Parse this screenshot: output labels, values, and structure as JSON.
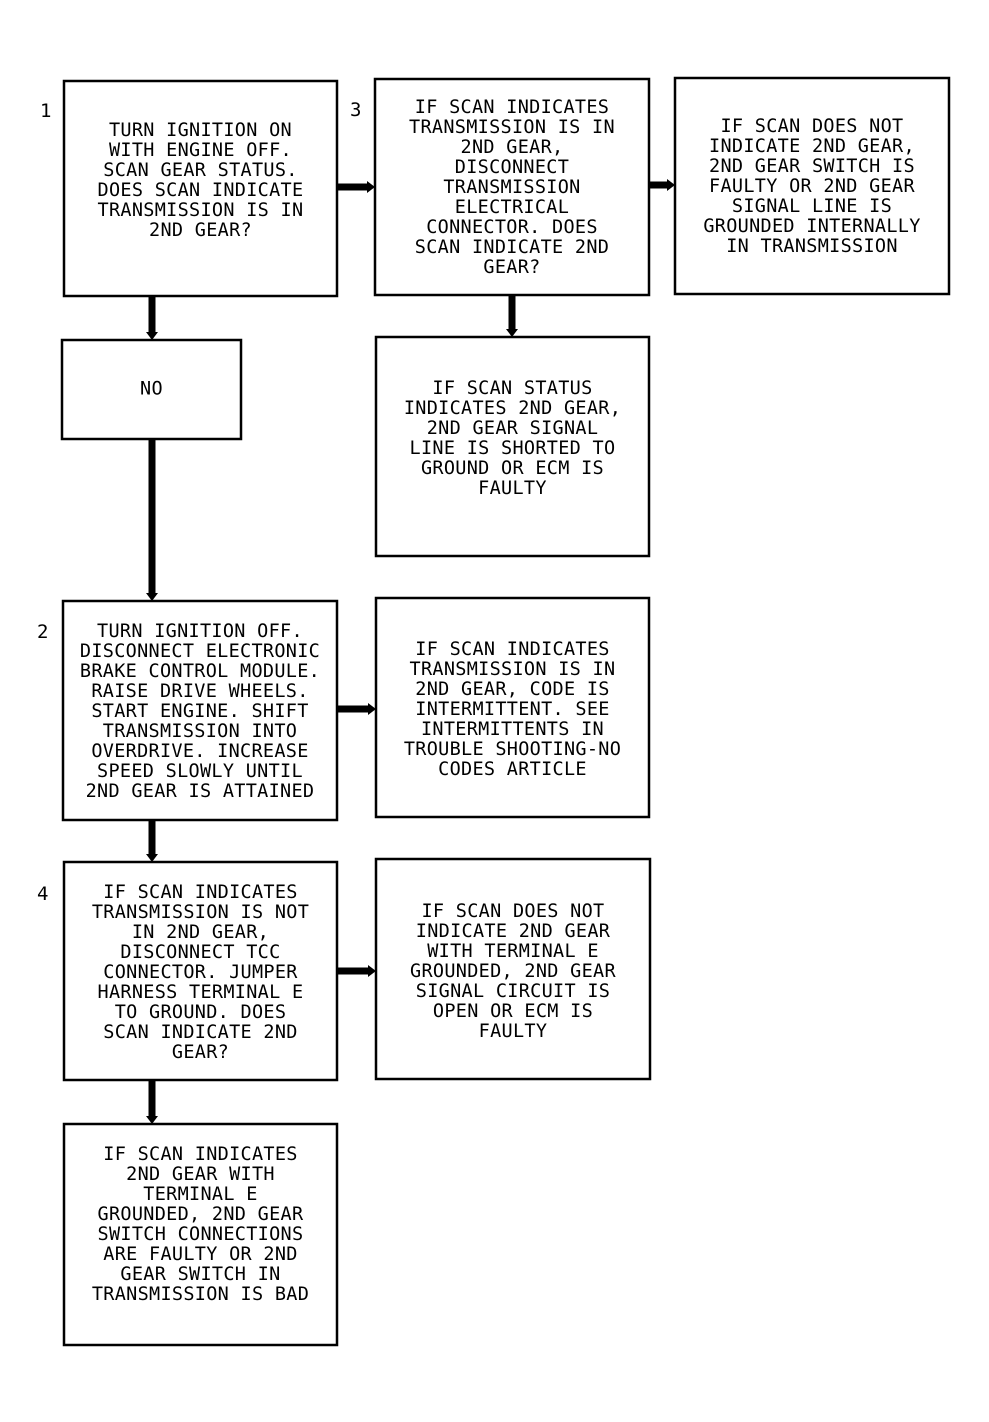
{
  "boxes": {
    "b1": {
      "step": "1",
      "lines": [
        "TURN IGNITION ON",
        "WITH ENGINE OFF.",
        "SCAN GEAR STATUS.",
        "DOES SCAN INDICATE",
        "TRANSMISSION IS IN",
        "2ND GEAR?"
      ]
    },
    "b3": {
      "step": "3",
      "lines": [
        "IF SCAN INDICATES",
        "TRANSMISSION IS IN",
        "2ND GEAR,",
        "DISCONNECT",
        "TRANSMISSION",
        "ELECTRICAL",
        "CONNECTOR. DOES",
        "SCAN INDICATE 2ND",
        "GEAR?"
      ]
    },
    "b3r": {
      "lines": [
        "IF SCAN DOES NOT",
        "INDICATE 2ND GEAR,",
        "2ND GEAR SWITCH IS",
        "FAULTY OR 2ND GEAR",
        "SIGNAL LINE IS",
        "GROUNDED INTERNALLY",
        "IN TRANSMISSION"
      ]
    },
    "bno": {
      "lines": [
        "NO"
      ]
    },
    "b3d": {
      "lines": [
        "IF SCAN STATUS",
        "INDICATES 2ND GEAR,",
        "2ND GEAR SIGNAL",
        "LINE IS SHORTED TO",
        "GROUND OR ECM IS",
        "FAULTY"
      ]
    },
    "b2": {
      "step": "2",
      "lines": [
        "TURN IGNITION OFF.",
        "DISCONNECT ELECTRONIC",
        "BRAKE CONTROL MODULE.",
        "RAISE DRIVE WHEELS.",
        "START ENGINE. SHIFT",
        "TRANSMISSION INTO",
        "OVERDRIVE. INCREASE",
        "SPEED SLOWLY UNTIL",
        "2ND GEAR IS ATTAINED"
      ]
    },
    "b2r": {
      "lines": [
        "IF SCAN INDICATES",
        "TRANSMISSION IS IN",
        "2ND GEAR, CODE IS",
        "INTERMITTENT. SEE",
        "INTERMITTENTS IN",
        "TROUBLE SHOOTING-NO",
        "CODES ARTICLE"
      ]
    },
    "b4": {
      "step": "4",
      "lines": [
        "IF SCAN INDICATES",
        "TRANSMISSION IS NOT",
        "IN 2ND GEAR,",
        "DISCONNECT TCC",
        "CONNECTOR. JUMPER",
        "HARNESS TERMINAL E",
        "TO GROUND. DOES",
        "SCAN INDICATE 2ND",
        "GEAR?"
      ]
    },
    "b4r": {
      "lines": [
        "IF SCAN DOES NOT",
        "INDICATE 2ND GEAR",
        "WITH TERMINAL E",
        "GROUNDED, 2ND GEAR",
        "SIGNAL CIRCUIT IS",
        "OPEN OR ECM IS",
        "FAULTY"
      ]
    },
    "b4d": {
      "lines": [
        "IF SCAN INDICATES",
        "2ND GEAR WITH",
        "TERMINAL E",
        "GROUNDED, 2ND GEAR",
        "SWITCH CONNECTIONS",
        "ARE FAULTY OR 2ND",
        "GEAR SWITCH IN",
        "TRANSMISSION IS BAD"
      ]
    }
  }
}
